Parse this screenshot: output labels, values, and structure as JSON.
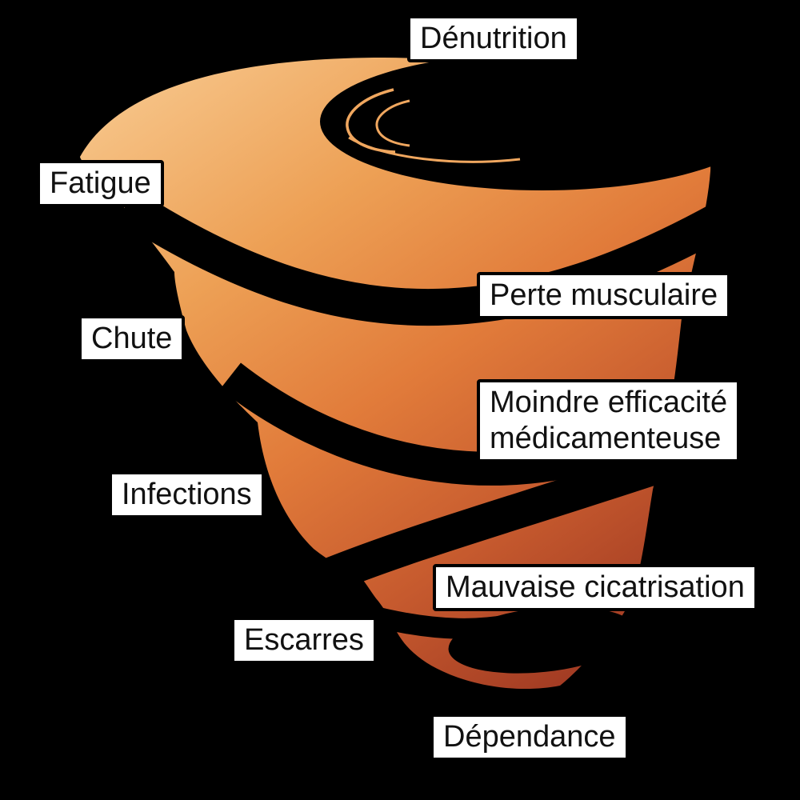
{
  "diagram": {
    "type": "tornado-spiral",
    "stages": [
      "Dénutrition",
      "Fatigue",
      "Perte musculaire",
      "Chute",
      "Moindre efficacité médicamenteuse",
      "Infections",
      "Mauvaise cicatrisation",
      "Escarres",
      "Dépendance"
    ],
    "labels": {
      "denutrition": "Dénutrition",
      "fatigue": "Fatigue",
      "perte_musculaire": "Perte musculaire",
      "chute": "Chute",
      "moindre_line1": "Moindre efficacité",
      "moindre_line2": "médicamenteuse",
      "infections": "Infections",
      "mauvaise_cicatrisation": "Mauvaise cicatrisation",
      "escarres": "Escarres",
      "dependance": "Dépendance"
    },
    "colors": {
      "background": "#000000",
      "label_background": "#ffffff",
      "label_border": "#000000",
      "label_text": "#111111",
      "gap_black": "#000000",
      "inner_swirl_line": "#f0a75f",
      "gradient_top": "#f7c78c",
      "gradient_upper": "#eda055",
      "gradient_mid": "#e17b3a",
      "gradient_lower": "#c65a2e",
      "gradient_bottom": "#a23b23"
    }
  }
}
